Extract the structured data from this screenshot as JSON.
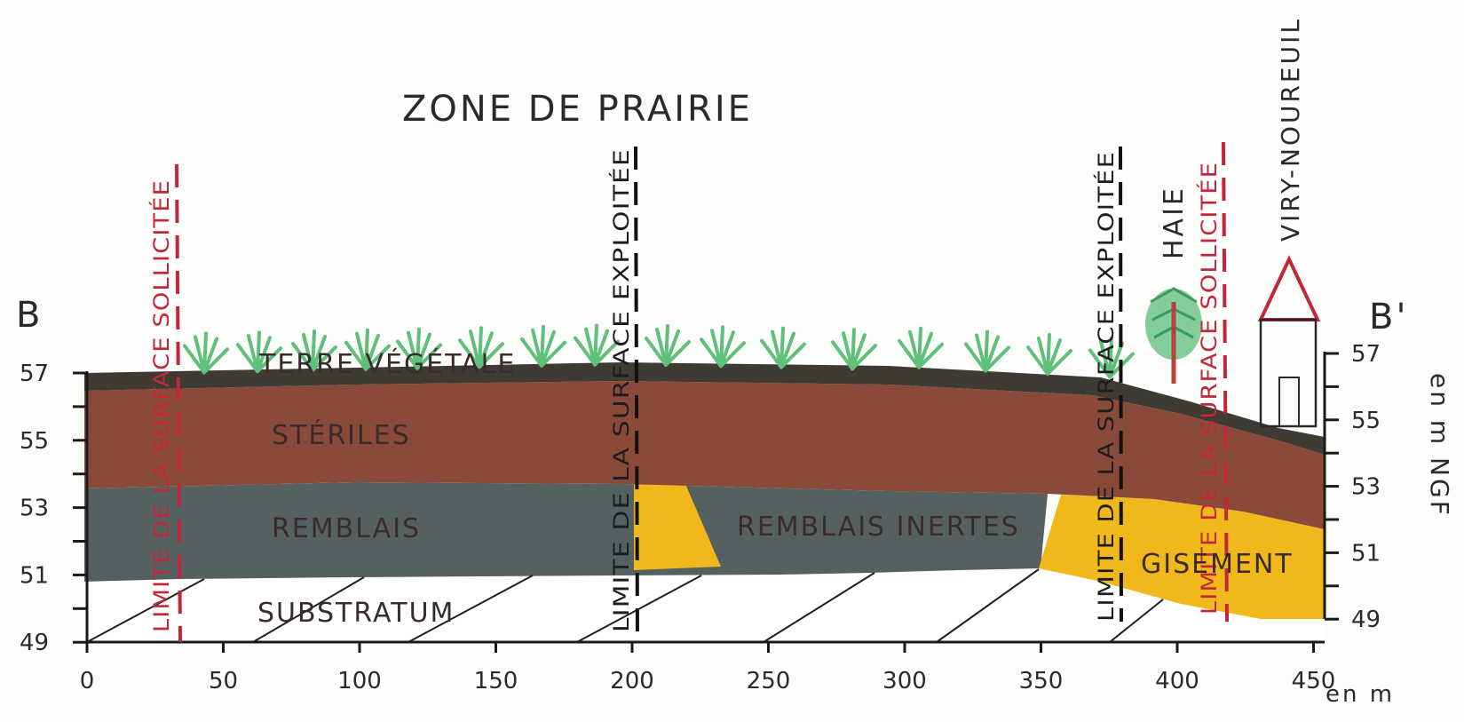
{
  "title": "ZONE  DE  PRAIRIE",
  "section_start": "B",
  "section_end": "B'",
  "x_axis": {
    "ticks": [
      "0",
      "50",
      "100",
      "150",
      "200",
      "250",
      "300",
      "350",
      "400",
      "450"
    ],
    "unit": "en m"
  },
  "left_axis": {
    "ticks": [
      "57",
      "55",
      "53",
      "51",
      "49"
    ]
  },
  "right_axis": {
    "ticks": [
      "57",
      "55",
      "53",
      "51",
      "49"
    ],
    "unit": "en m NGF"
  },
  "layers": {
    "topsoil": "TERRE VÉGÉTALE",
    "steriles": "STÉRILES",
    "remblais": "REMBLAIS",
    "remblais_inertes": "REMBLAIS INERTES",
    "gisement": "GISEMENT",
    "substratum": "SUBSTRATUM"
  },
  "limits": {
    "requested_surface": "LIMITE DE LA SURFACE SOLLICITÉE",
    "exploited_surface": "LIMITE DE LA SURFACE EXPLOITÉE"
  },
  "features": {
    "hedge": "HAIE",
    "village": "VIRY-NOUREUIL"
  },
  "colors": {
    "topsoil": "#3f3a32",
    "steriles": "#8a4a3a",
    "remblais": "#556060",
    "gisement": "#f1b81c",
    "grass": "#5fc07a",
    "red_limit": "#c0283a",
    "house_roof": "#c0283a"
  }
}
